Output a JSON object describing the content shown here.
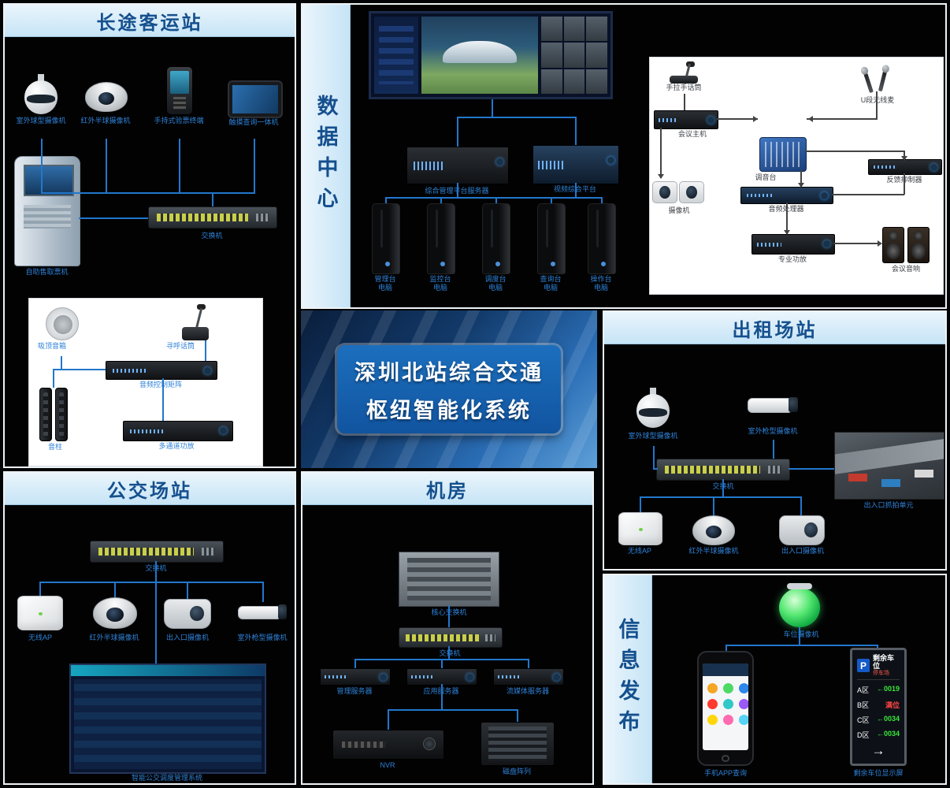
{
  "title": {
    "line1": "深圳北站综合交通",
    "line2": "枢纽智能化系统"
  },
  "colors": {
    "panel_header_bg": "#c6e4f6",
    "panel_header_text": "#15508e",
    "label_blue": "#2e82d8",
    "line_blue": "#2277cc",
    "title_box_bg": "#1560ad"
  },
  "panels": {
    "p1": {
      "header": "长途客运站",
      "labels": {
        "ptz": "室外球型摄像机",
        "dome": "红外半球摄像机",
        "handheld": "手持式验票终端",
        "tablet": "触摸查询一体机",
        "kiosk": "自助售取票机",
        "switch": "交换机",
        "csp": "吸顶音箱",
        "pmic": "寻呼话筒",
        "matrix": "音频控制矩阵",
        "column": "音柱",
        "amp": "多通道功放"
      }
    },
    "p2": {
      "header": "数据中心",
      "labels": {
        "wall": "大屏幕",
        "server": "综合管理平台服务器",
        "platform": "视频综合平台",
        "pc1": "管理台电脑",
        "pc2": "监控台电脑",
        "pc3": "调度台电脑",
        "pc4": "查询台电脑",
        "pc5": "操作台电脑",
        "handmic": "手拉手话筒",
        "host": "会议主机",
        "mixer": "调音台",
        "umic": "U段无线麦",
        "feedback": "反馈抑制器",
        "cam": "摄像机",
        "processor": "音频处理器",
        "amp": "专业功放",
        "speaker": "会议音响"
      }
    },
    "p3": {
      "header": "出租场站",
      "labels": {
        "ptz": "室外球型摄像机",
        "bullet": "室外枪型摄像机",
        "snap": "出入口抓拍单元",
        "switch": "交换机",
        "ap": "无线AP",
        "dome": "红外半球摄像机",
        "corner": "出入口摄像机"
      }
    },
    "p4": {
      "header": "公交场站",
      "labels": {
        "switch": "交换机",
        "ap": "无线AP",
        "dome": "红外半球摄像机",
        "corner": "出入口摄像机",
        "bullet": "室外枪型摄像机",
        "system": "智能公交调度管理系统"
      }
    },
    "p5": {
      "header": "机房",
      "labels": {
        "core": "核心交换机",
        "switch": "交换机",
        "s1": "管理服务器",
        "s2": "应用服务器",
        "s3": "流媒体服务器",
        "nvr": "NVR",
        "storage": "磁盘阵列"
      }
    },
    "p6": {
      "header": "信息发布",
      "labels": {
        "dome": "车位摄像机",
        "phone": "手机APP查询",
        "board": "剩余车位显示屏"
      },
      "board": {
        "p": "P",
        "title": "剩余车位",
        "sub": "停车场",
        "rows": [
          {
            "zone": "A区",
            "value": "←0019",
            "color": "#39e639"
          },
          {
            "zone": "B区",
            "value": "满位",
            "color": "#ff4545"
          },
          {
            "zone": "C区",
            "value": "←0034",
            "color": "#39e639"
          },
          {
            "zone": "D区",
            "value": "←0034",
            "color": "#39e639"
          }
        ],
        "arrow": "→"
      }
    }
  }
}
